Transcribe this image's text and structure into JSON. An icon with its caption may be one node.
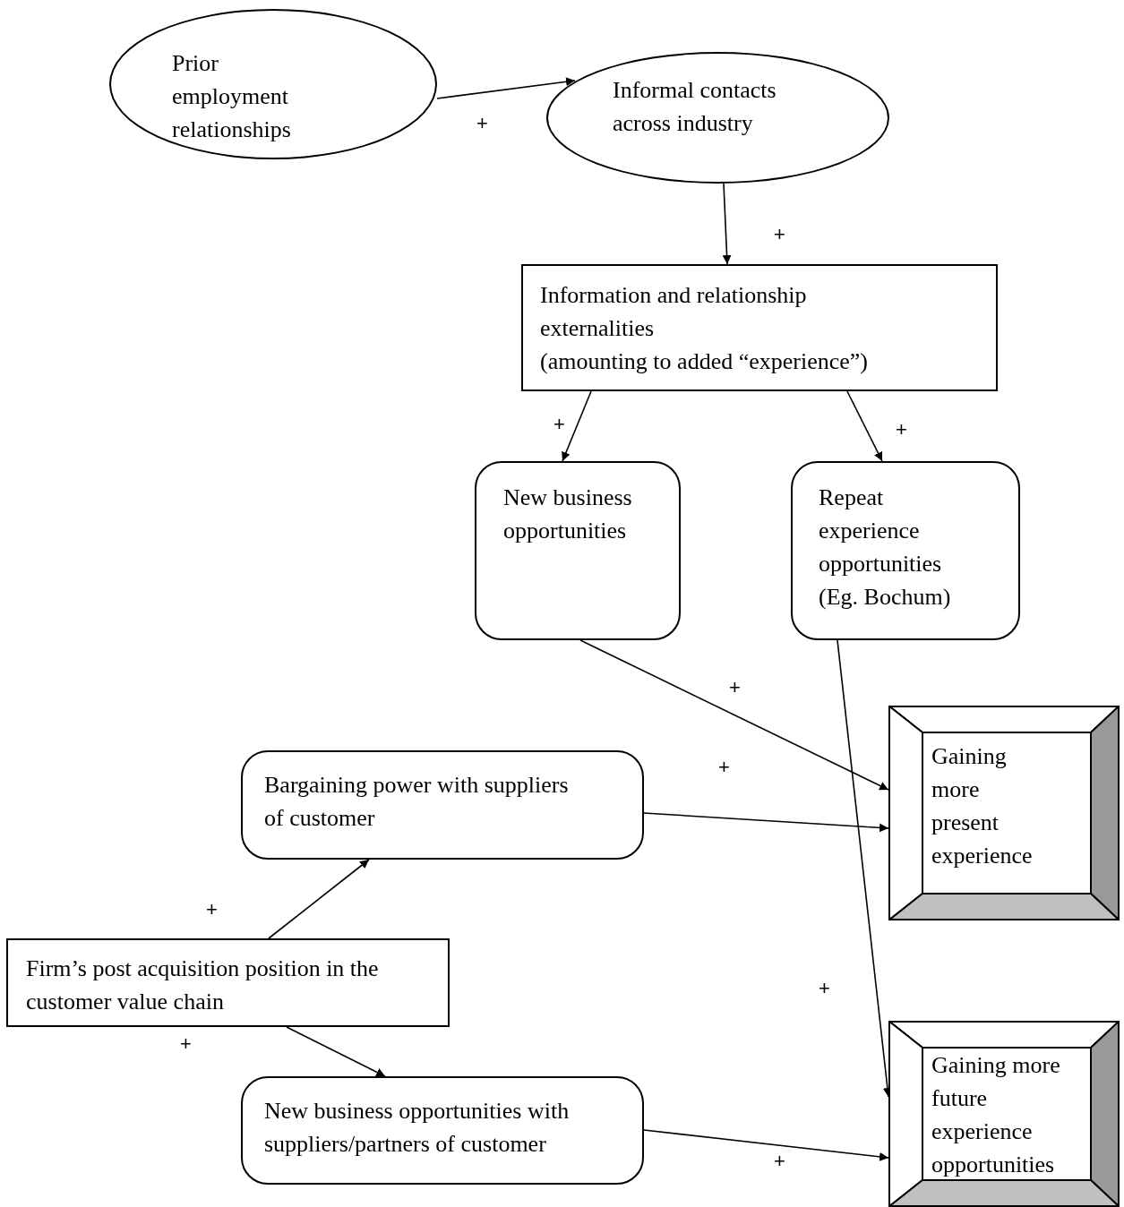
{
  "diagram": {
    "nodes": [
      {
        "text": [
          "Prior employment relationships"
        ]
      },
      {
        "text": [
          "Informal contacts across industry"
        ]
      },
      {
        "text": [
          "Information and relationship externalities",
          "(amounting to added “experience”)"
        ]
      },
      {
        "text": [
          "New business opportunities"
        ]
      },
      {
        "text": [
          "Repeat experience opportunities (Eg. Bochum)"
        ]
      },
      {
        "text": [
          "Bargaining power with suppliers of customer"
        ]
      },
      {
        "text": [
          "Gaining more present experience"
        ]
      },
      {
        "text": [
          "Firm’s post acquisition position in the customer value chain"
        ]
      },
      {
        "text": [
          "Gaining more future experience opportunities"
        ]
      },
      {
        "text": [
          "New business opportunities with suppliers/partners of customer"
        ]
      }
    ],
    "edges": [
      {
        "from": 0,
        "to": 1,
        "arrow": "to",
        "label": "+"
      },
      {
        "from": 1,
        "to": 2,
        "arrow": "to",
        "label": "+"
      },
      {
        "from": 2,
        "to": 3,
        "arrow": "to",
        "label": "+"
      },
      {
        "from": 2,
        "to": 4,
        "arrow": "to",
        "label": "+"
      },
      {
        "from": 3,
        "to": 6,
        "arrow": "to",
        "label": "+"
      },
      {
        "from": 5,
        "to": 6,
        "arrow": "to",
        "label": "+"
      },
      {
        "from": 4,
        "to": 8,
        "arrow": "to",
        "label": "+"
      },
      {
        "from": 7,
        "to": 5,
        "arrow": "to",
        "label": "+"
      },
      {
        "from": 7,
        "to": 9,
        "arrow": "to",
        "label": "+"
      },
      {
        "from": 9,
        "to": 8,
        "arrow": "to",
        "label": "+"
      }
    ]
  }
}
